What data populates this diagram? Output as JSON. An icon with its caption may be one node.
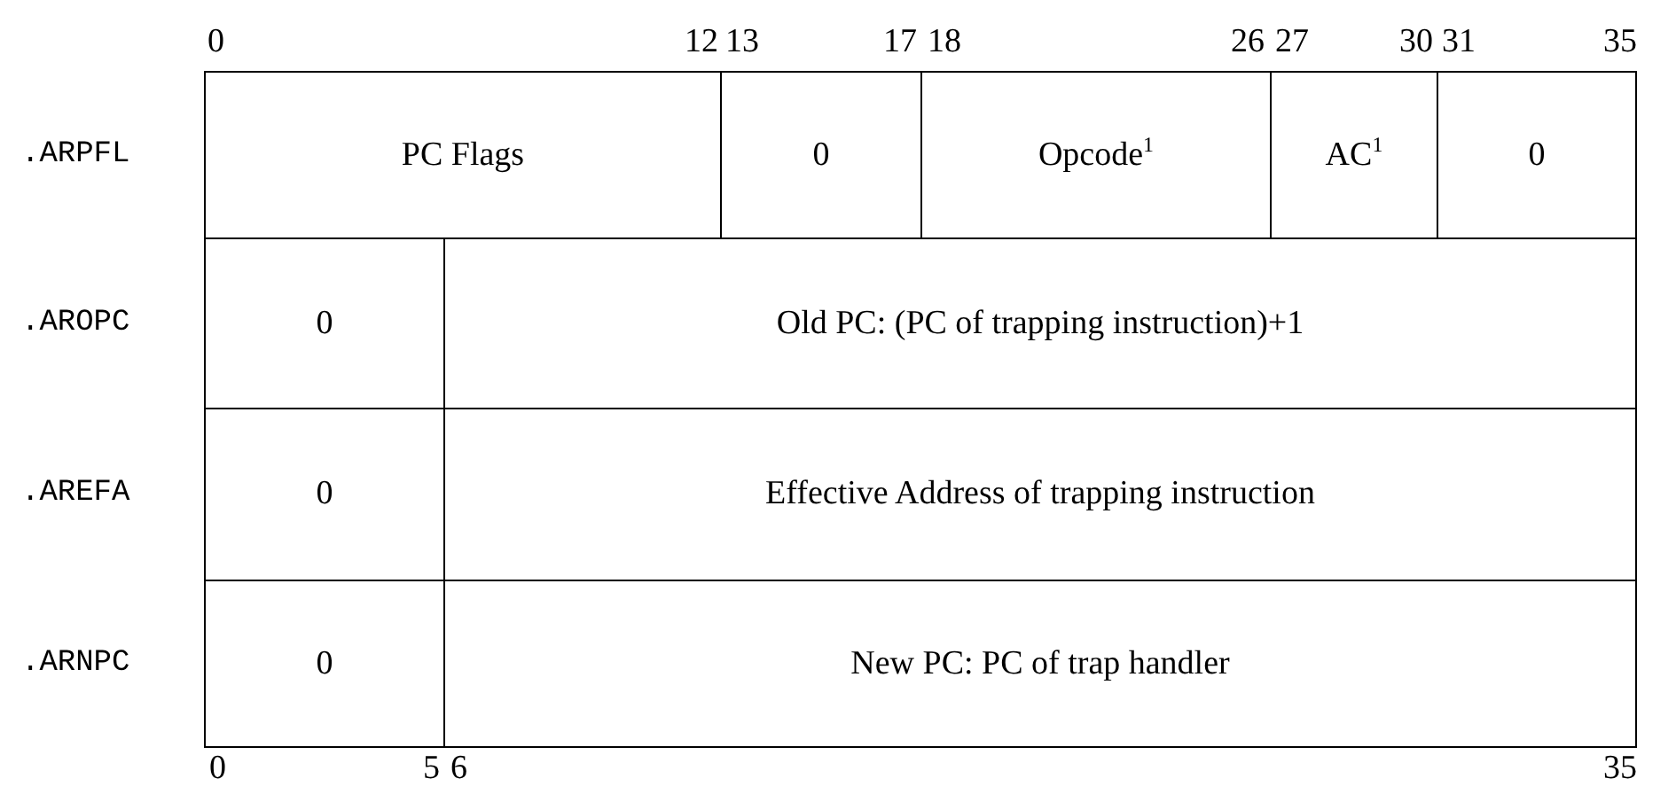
{
  "diagram": {
    "labels": [
      "0",
      "12",
      "13",
      "17",
      "18",
      "26",
      "27",
      "30",
      "31",
      "35",
      ".ARPFL",
      "PC Flags",
      "0",
      "Opcode$^{1}$",
      "AC$^{1}$",
      "0",
      ".AROPC",
      "0",
      "Old PC: (PC of trapping instruction)+1",
      ".AREFA",
      "0",
      "Effective Address of trapping instruction",
      ".ARNPC",
      "0",
      "New PC: PC of trap handler",
      "0",
      "5",
      "6",
      "35"
    ]
  }
}
